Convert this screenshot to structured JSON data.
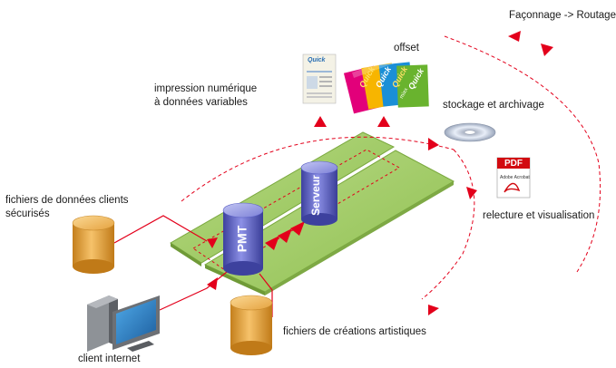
{
  "labels": {
    "faconnage": "Façonnage -> Routage",
    "offset": "offset",
    "impression_line1": "impression numérique",
    "impression_line2": "à données variables",
    "stockage": "stockage et archivage",
    "fichiers_clients_line1": "fichiers de données clients",
    "fichiers_clients_line2": "sécurisés",
    "relecture": "relecture et visualisation",
    "creations": "fichiers de créations artistiques",
    "client_internet": "client internet"
  },
  "cylinders": {
    "pmt": "PMT",
    "serveur": "Serveur"
  },
  "icons": {
    "pdf_badge": "PDF",
    "quick_brand": "Quick",
    "quick_brand_sub": "mixx",
    "acrobat_caption": "Adobe Acrobat"
  },
  "colors": {
    "arrow_red": "#e3001b",
    "platform_green": "#9fc760",
    "cylinder_blue": "#5a5fc4",
    "cylinder_orange": "#e9a63c"
  }
}
